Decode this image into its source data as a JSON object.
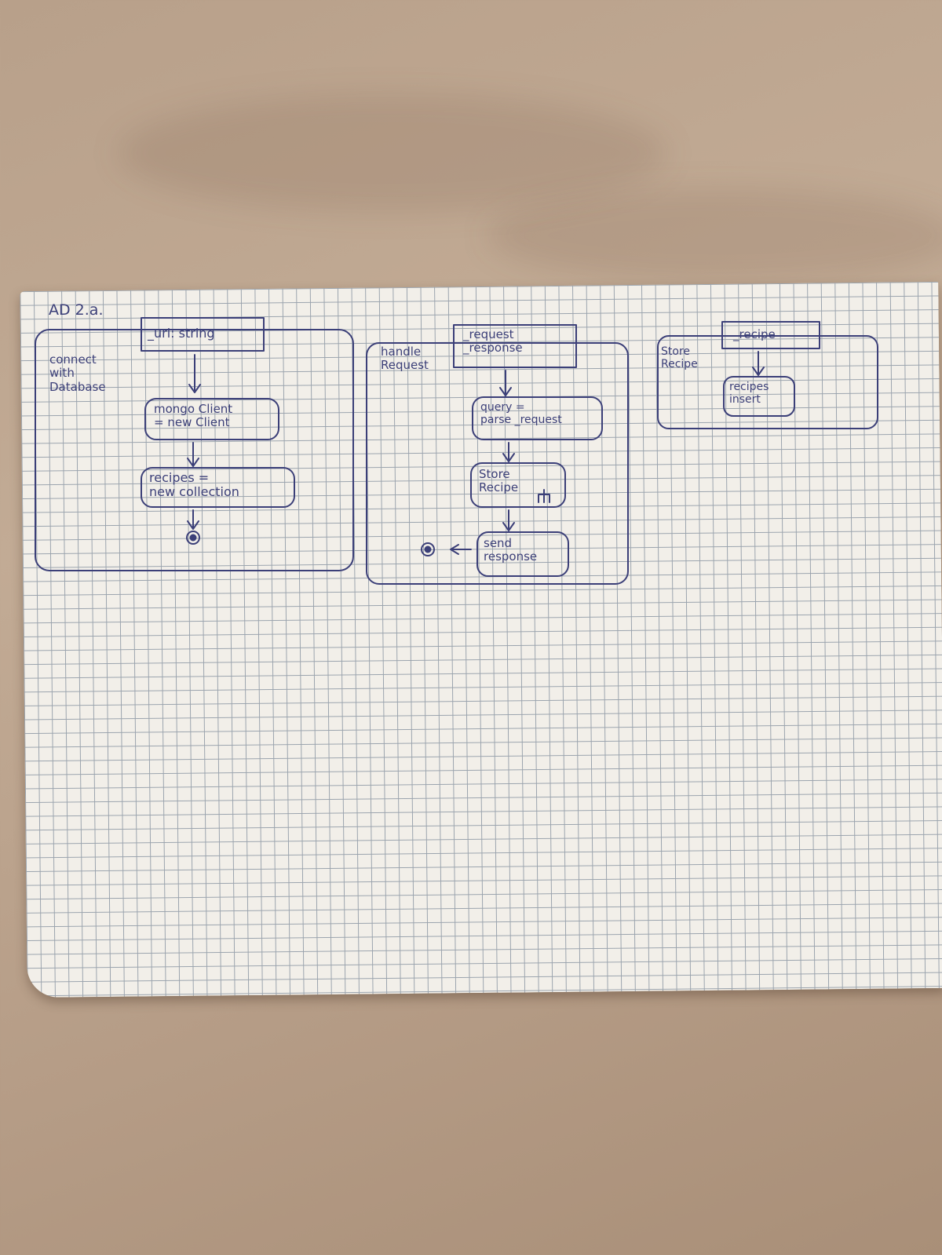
{
  "title": "AD 2.a.",
  "partitions": [
    {
      "label_lines": [
        "connect",
        "with",
        "Database"
      ],
      "param": "_url: string",
      "actions": [
        {
          "lines": [
            "mongo Client",
            "= new Client"
          ]
        },
        {
          "lines": [
            "recipes =",
            "new collection"
          ]
        }
      ]
    },
    {
      "label_lines": [
        "handle",
        "Request"
      ],
      "param_lines": [
        "_request",
        "_response"
      ],
      "actions": [
        {
          "lines": [
            "query =",
            "parse _request"
          ]
        },
        {
          "lines": [
            "Store",
            "Recipe"
          ]
        },
        {
          "lines": [
            "send",
            "response"
          ]
        }
      ]
    },
    {
      "label_lines": [
        "Store",
        "Recipe"
      ],
      "param": "_recipe",
      "actions": [
        {
          "lines": [
            "recipes",
            "insert"
          ]
        }
      ]
    }
  ],
  "colors": {
    "ink": "#3b3f78",
    "paper": "#f2efe9",
    "grid": "#9aa3ad",
    "background": "#b8a08a"
  },
  "icons": [
    "final-node-icon",
    "call-behavior-icon",
    "arrow-icon"
  ]
}
